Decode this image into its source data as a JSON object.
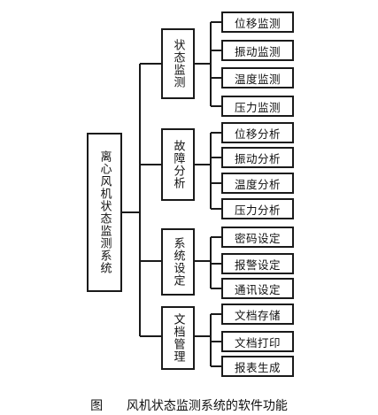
{
  "root": {
    "label": "离心风机状态监测系统"
  },
  "groups": [
    {
      "label": "状态监测",
      "items": [
        "位移监测",
        "振动监测",
        "温度监测",
        "压力监测"
      ]
    },
    {
      "label": "故障分析",
      "items": [
        "位移分析",
        "振动分析",
        "温度分析",
        "压力分析"
      ]
    },
    {
      "label": "系统设定",
      "items": [
        "密码设定",
        "报警设定",
        "通讯设定"
      ]
    },
    {
      "label": "文档管理",
      "items": [
        "文档存储",
        "文档打印",
        "报表生成"
      ]
    }
  ],
  "caption": {
    "prefix": "图",
    "text": "风机状态监测系统的软件功能"
  }
}
